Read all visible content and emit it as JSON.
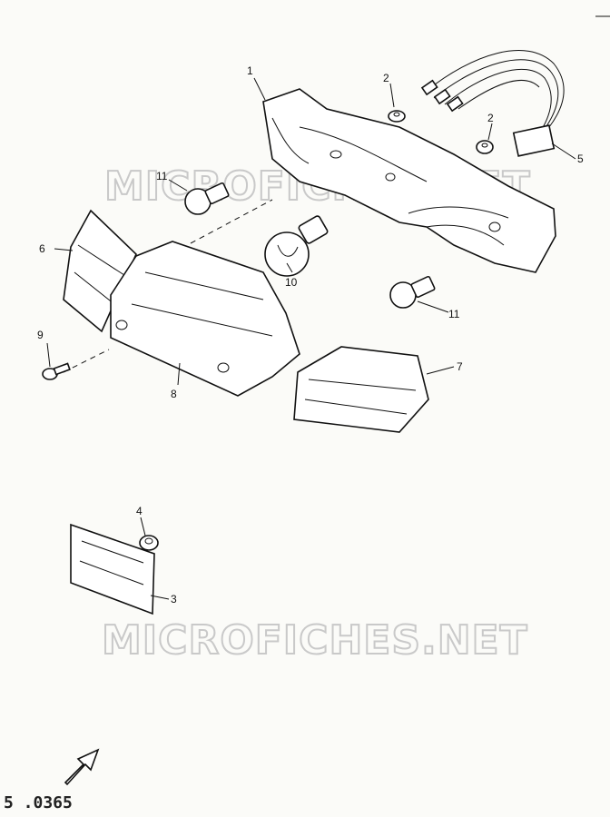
{
  "watermark": {
    "text": "MICROFICHES.NET"
  },
  "callouts": [
    {
      "id": "c1",
      "text": "1"
    },
    {
      "id": "c2a",
      "text": "2"
    },
    {
      "id": "c2b",
      "text": "2"
    },
    {
      "id": "c3",
      "text": "3"
    },
    {
      "id": "c4",
      "text": "4"
    },
    {
      "id": "c5",
      "text": "5"
    },
    {
      "id": "c6",
      "text": "6"
    },
    {
      "id": "c7",
      "text": "7"
    },
    {
      "id": "c8",
      "text": "8"
    },
    {
      "id": "c9",
      "text": "9"
    },
    {
      "id": "c10",
      "text": "10"
    },
    {
      "id": "c11a",
      "text": "11"
    },
    {
      "id": "c11b",
      "text": "11"
    }
  ],
  "footer": {
    "ref_code": "5 .0365"
  },
  "colors": {
    "ink": "#111111",
    "paper": "#fbfbf8",
    "watermark": "#c9c9c9"
  },
  "icons": {
    "direction": "front-arrow-icon"
  }
}
